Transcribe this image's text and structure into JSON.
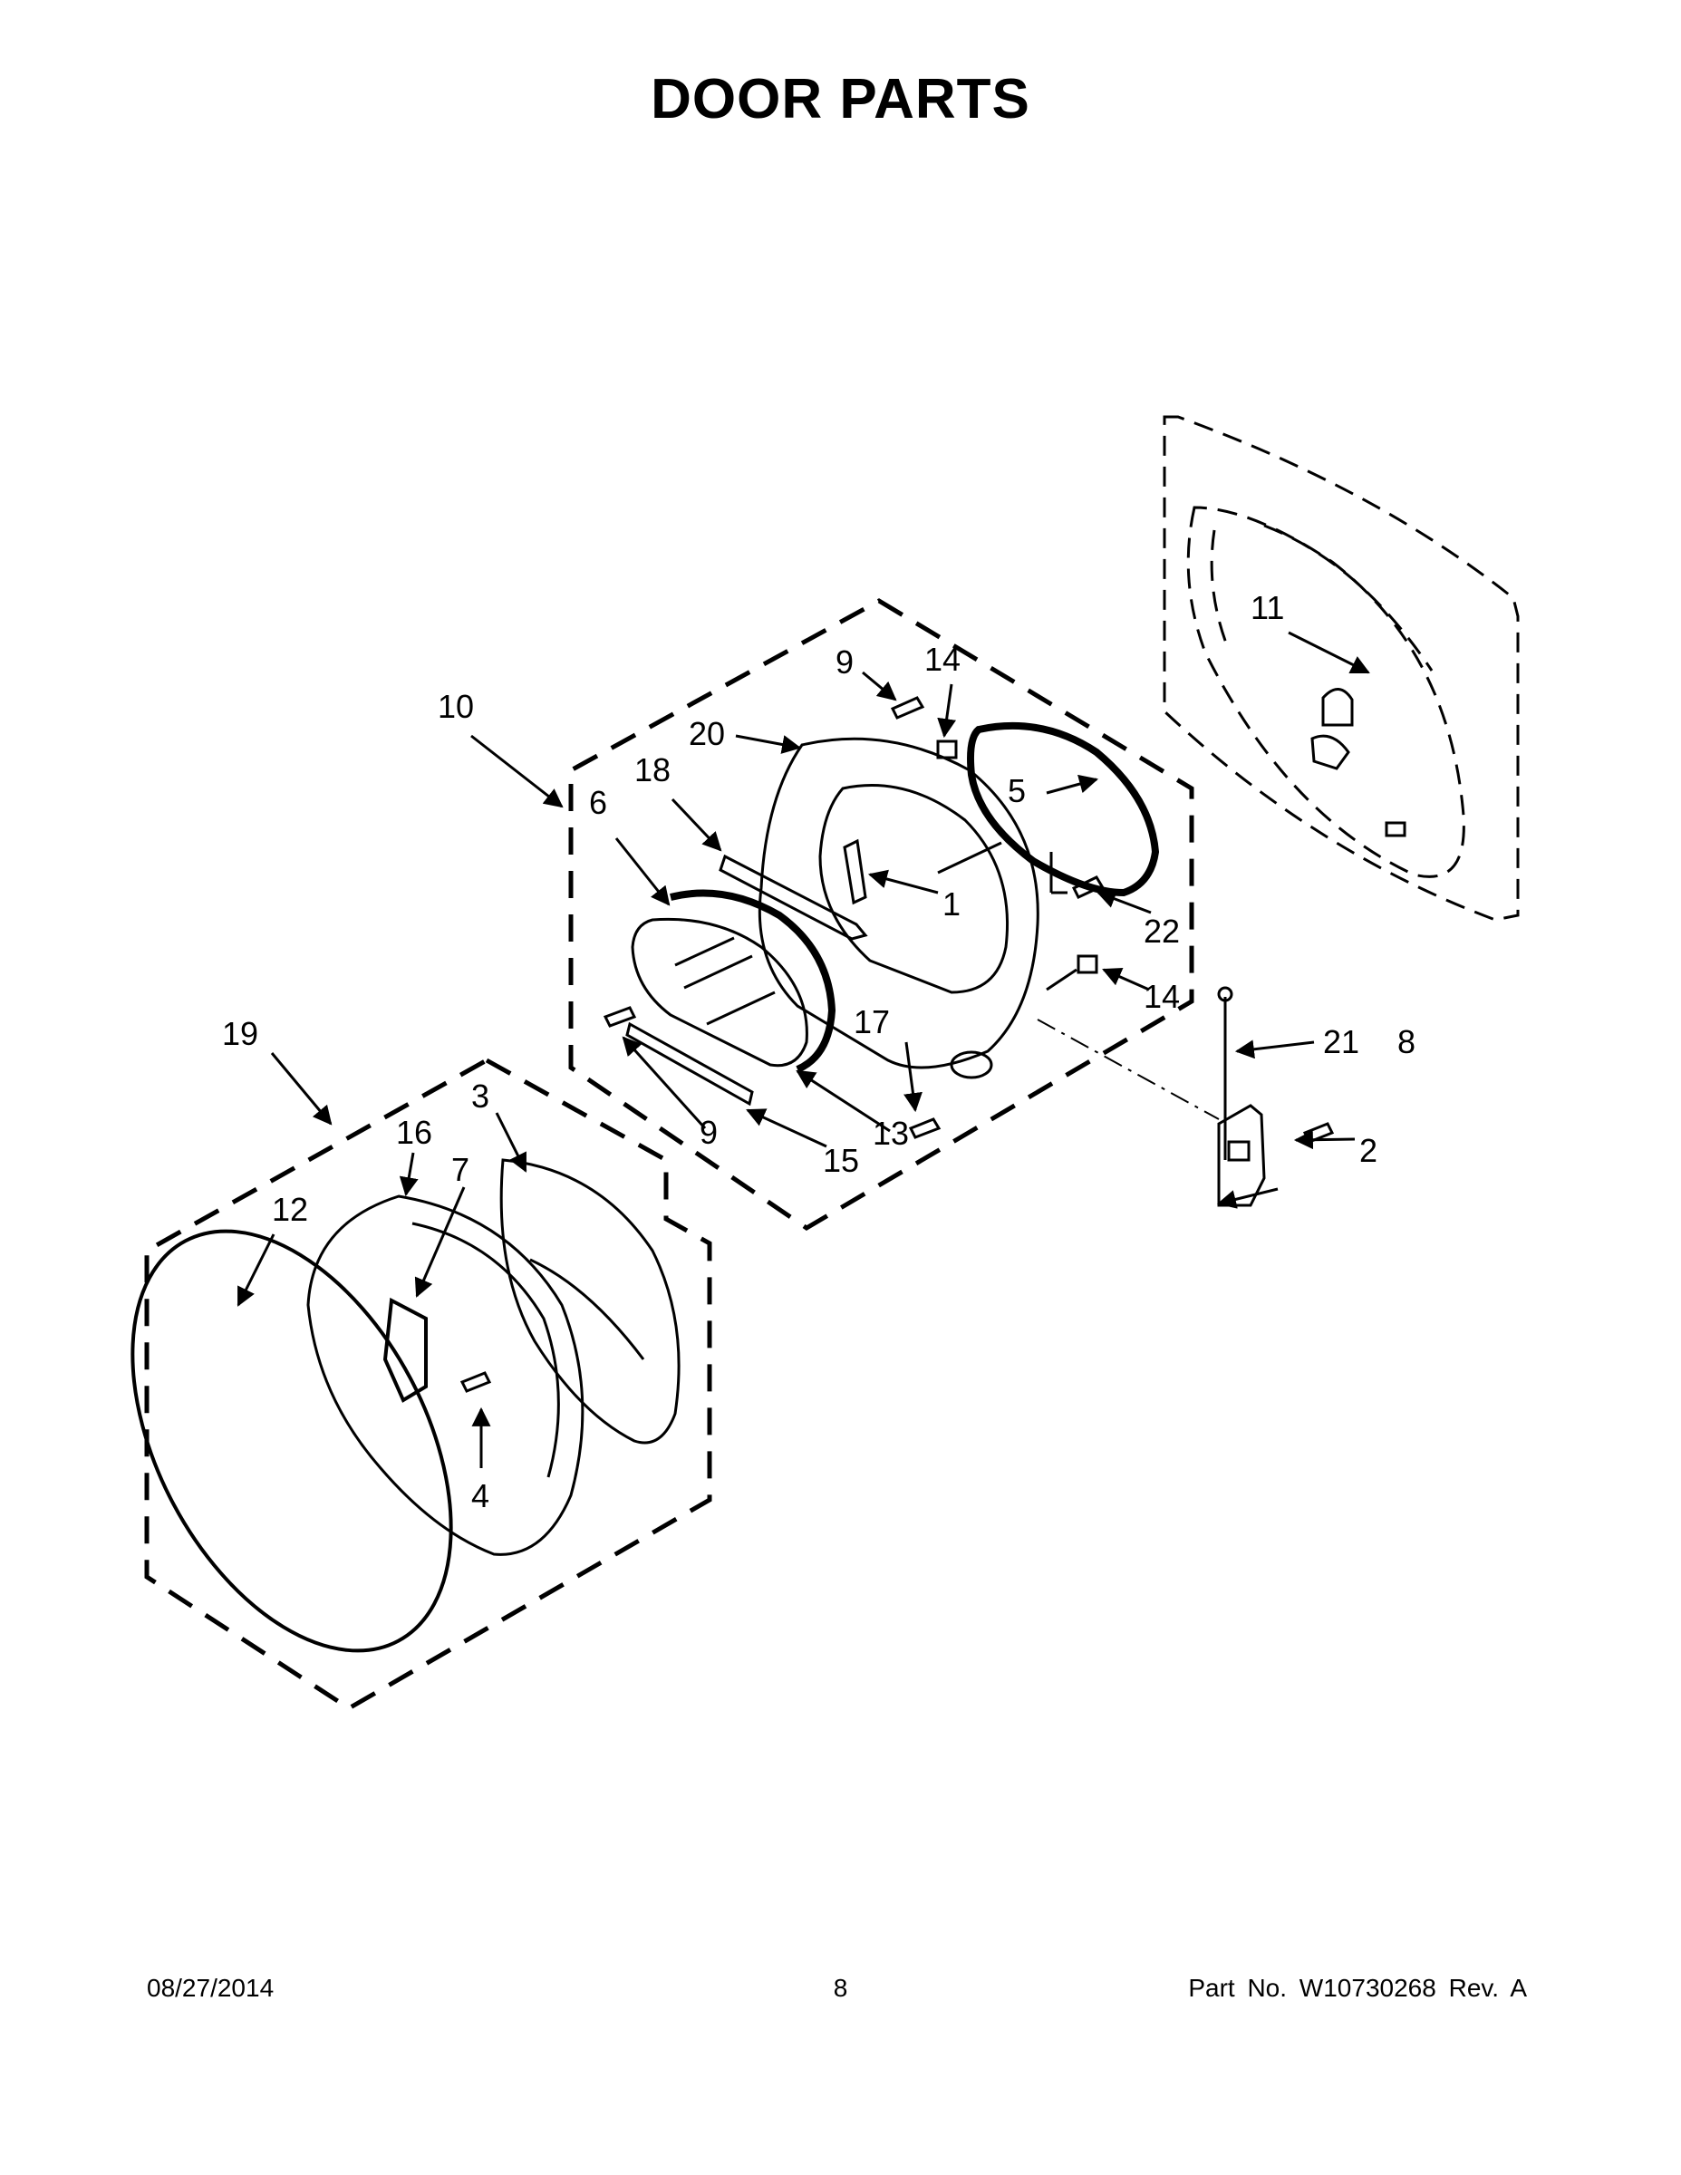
{
  "title": "DOOR PARTS",
  "footer": {
    "date": "08/27/2014",
    "page": "8",
    "part": "Part No.  W10730268  Rev.  A"
  },
  "callouts": {
    "c1": "1",
    "c2": "2",
    "c3": "3",
    "c4": "4",
    "c5": "5",
    "c6": "6",
    "c7": "7",
    "c8": "8",
    "c9a": "9",
    "c9b": "9",
    "c10": "10",
    "c11": "11",
    "c12": "12",
    "c13": "13",
    "c14a": "14",
    "c14b": "14",
    "c15": "15",
    "c16": "16",
    "c17": "17",
    "c18": "18",
    "c19": "19",
    "c20": "20",
    "c21": "21",
    "c22": "22"
  },
  "colors": {
    "ink": "#000000",
    "paper": "#ffffff"
  }
}
